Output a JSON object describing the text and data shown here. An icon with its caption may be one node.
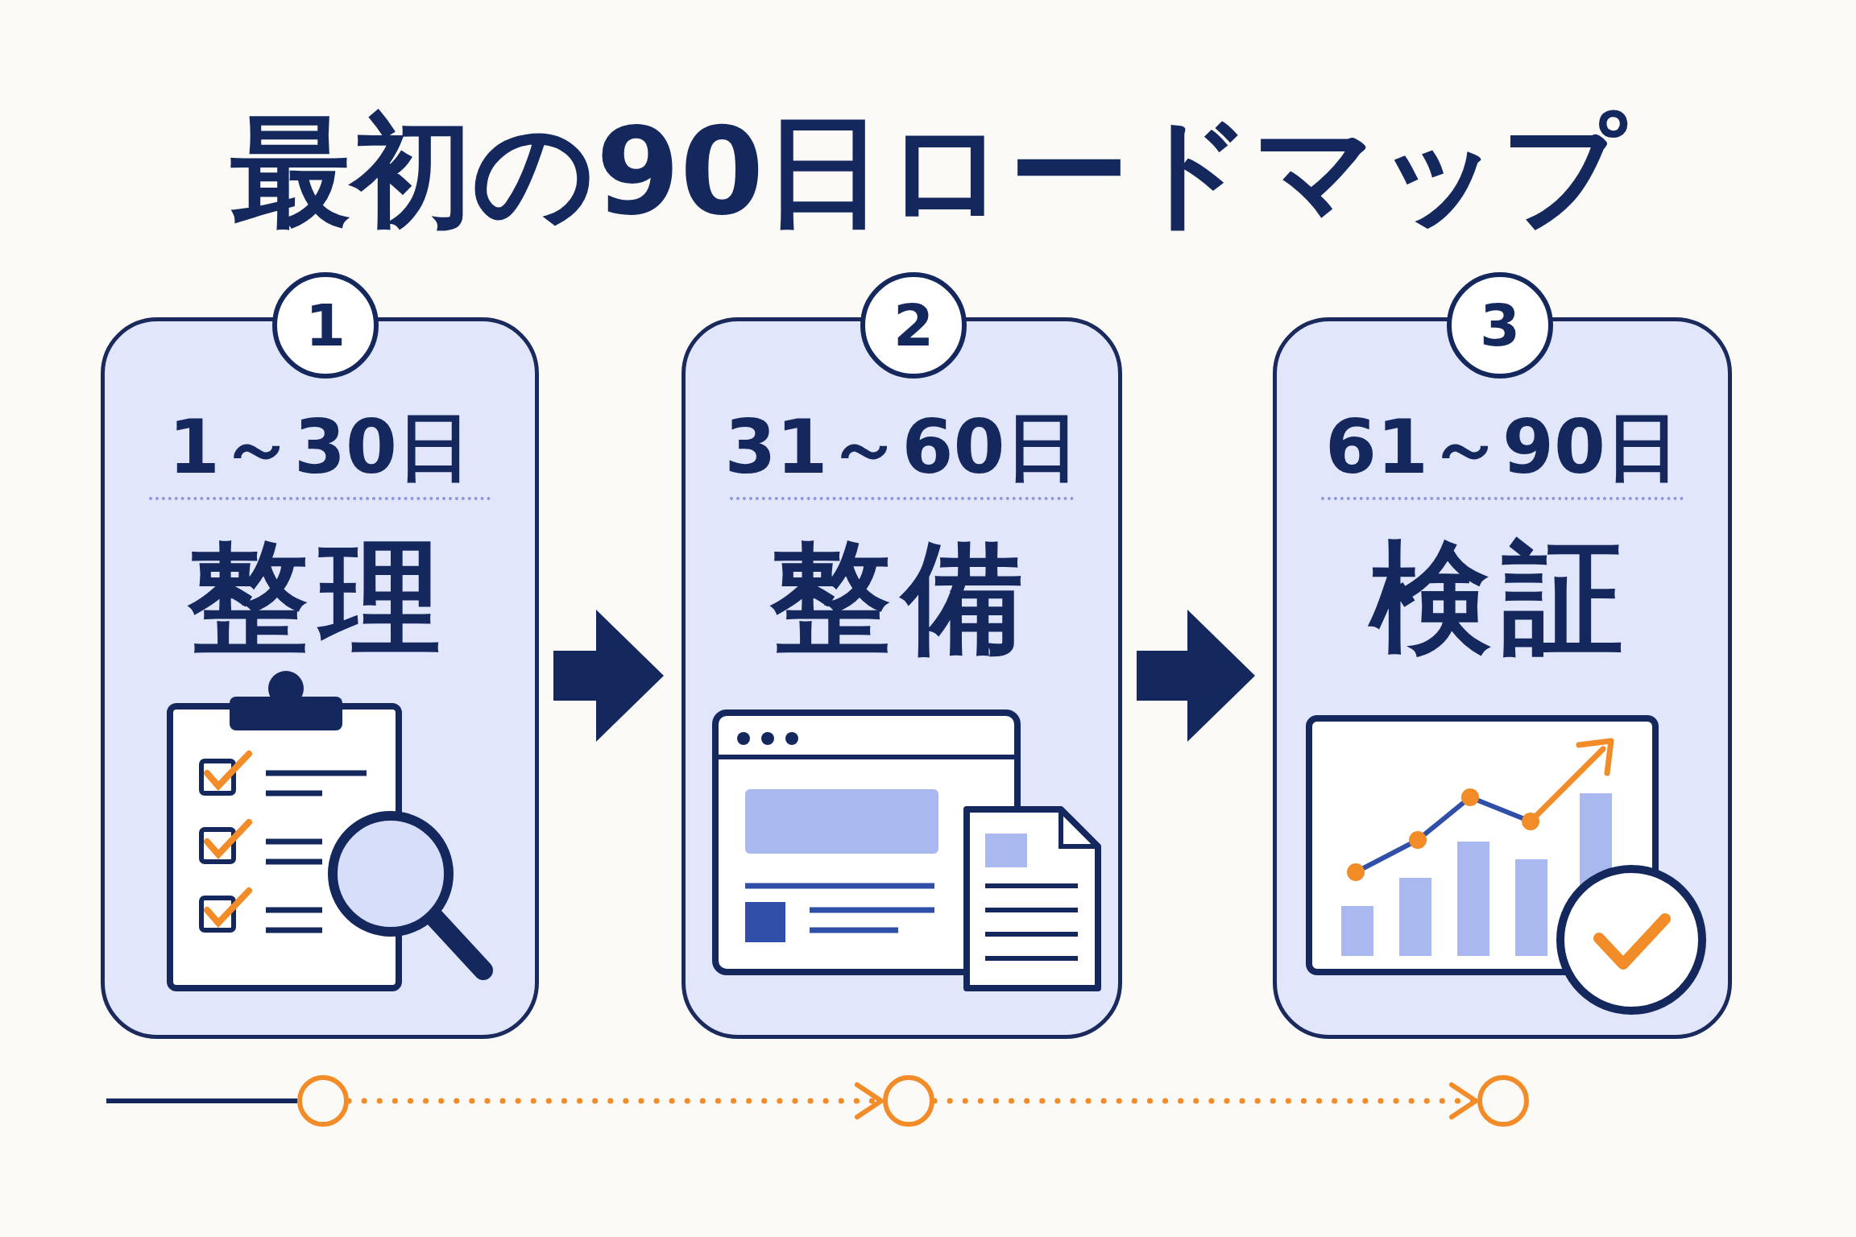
{
  "diagram": {
    "title": "最初の90日ロードマップ",
    "nodes": [
      {
        "text": [
          "1"
        ]
      },
      {
        "text": [
          "1～30日",
          "整理"
        ]
      },
      {
        "text": [
          "2"
        ]
      },
      {
        "text": [
          "31～60日",
          "整備"
        ]
      },
      {
        "text": [
          "3"
        ]
      },
      {
        "text": [
          "61～90日",
          "検証"
        ]
      },
      {
        "text": [],
        "shape": "circle"
      },
      {
        "text": [],
        "shape": "circle"
      },
      {
        "text": [],
        "shape": "circle"
      }
    ],
    "edges": [
      {
        "from": 1,
        "to": 3,
        "arrow": "to",
        "style": "thick"
      },
      {
        "from": 3,
        "to": 5,
        "arrow": "to",
        "style": "thick"
      },
      {
        "from": null,
        "to": 6,
        "arrow": "none"
      },
      {
        "from": 6,
        "to": 7,
        "arrow": "to",
        "style": "dashed",
        "color": "#f28c28"
      },
      {
        "from": 7,
        "to": 8,
        "arrow": "to",
        "style": "dashed",
        "color": "#f28c28"
      }
    ]
  }
}
